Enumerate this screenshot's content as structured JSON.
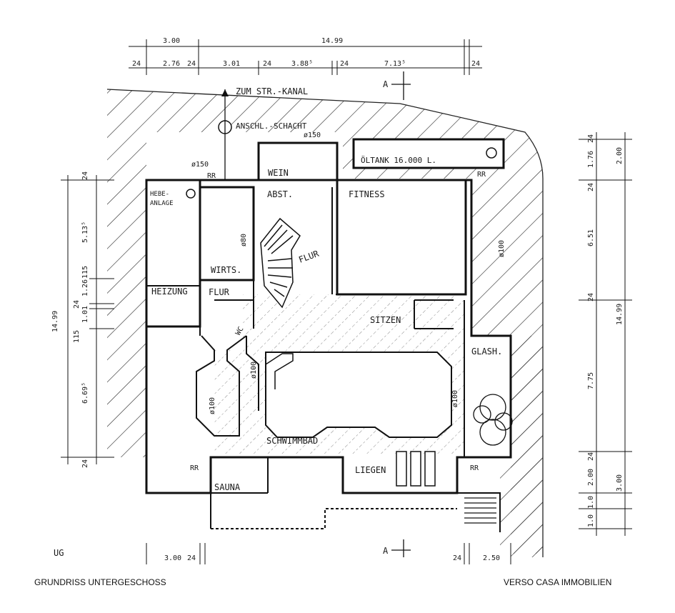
{
  "rooms": {
    "heizung": "HEIZUNG",
    "hebeanlage_1": "HEBE-",
    "hebeanlage_2": "ANLAGE",
    "wirts": "WIRTS.",
    "flur_left": "FLUR",
    "flur_center": "FLUR",
    "wein": "WEIN",
    "abst": "ABST.",
    "fitness": "FITNESS",
    "oeltank": "ÖLTANK  16.000 L.",
    "sitzen": "SITZEN",
    "glash": "GLASH.",
    "schwimmbad": "SCHWIMMBAD",
    "liegen": "LIEGEN",
    "sauna": "SAUNA",
    "wc": "WC"
  },
  "annotations": {
    "str_kanal": "ZUM STR.-KANAL",
    "anschl_schacht": "ANSCHL.-SCHACHT",
    "d150_a": "ø150",
    "d150_b": "ø150",
    "section_top": "A",
    "section_bottom": "A",
    "rr_1": "RR",
    "rr_2": "RR",
    "rr_3": "RR",
    "rr_4": "RR",
    "ug": "UG",
    "d100_1": "ø100",
    "d100_2": "ø100",
    "d100_3": "ø100",
    "d100_4": "ø100",
    "d80": "ø80"
  },
  "dimensions": {
    "top_3_00": "3.00",
    "top_14_99": "14.99",
    "top_24_a": "24",
    "top_2_76": "2.76",
    "top_24_b": "24",
    "top_3_01": "3.01",
    "top_24_c": "24",
    "top_3_88": "3.88⁵",
    "top_24_d": "24",
    "top_7_13": "7.13⁵",
    "top_24_e": "24",
    "left_14_99": "14.99",
    "left_24_a": "24",
    "left_5_13": "5.13⁵",
    "left_115_a": "115",
    "left_1_26": "1.26",
    "left_24_b": "24",
    "left_1_01": "1.01",
    "left_115_b": "115",
    "left_6_69": "6.69⁵",
    "left_24_c": "24",
    "right_24_a": "24",
    "right_1_76": "1.76",
    "right_2_00": "2.00",
    "right_24_b": "24",
    "right_6_51": "6.51",
    "right_24_c": "24",
    "right_14_99": "14.99",
    "right_7_75": "7.75",
    "right_24_d": "24",
    "right_2_00_b": "2.00",
    "right_3_00": "3.00",
    "right_1_0_a": "1.0",
    "right_1_0_b": "1.0",
    "bottom_3_00": "3.00",
    "bottom_24_a": "24",
    "bottom_24_b": "24",
    "bottom_2_50": "2.50"
  },
  "captions": {
    "left": "GRUNDRISS UNTERGESCHOSS",
    "right": "VERSO CASA IMMOBILIEN"
  }
}
